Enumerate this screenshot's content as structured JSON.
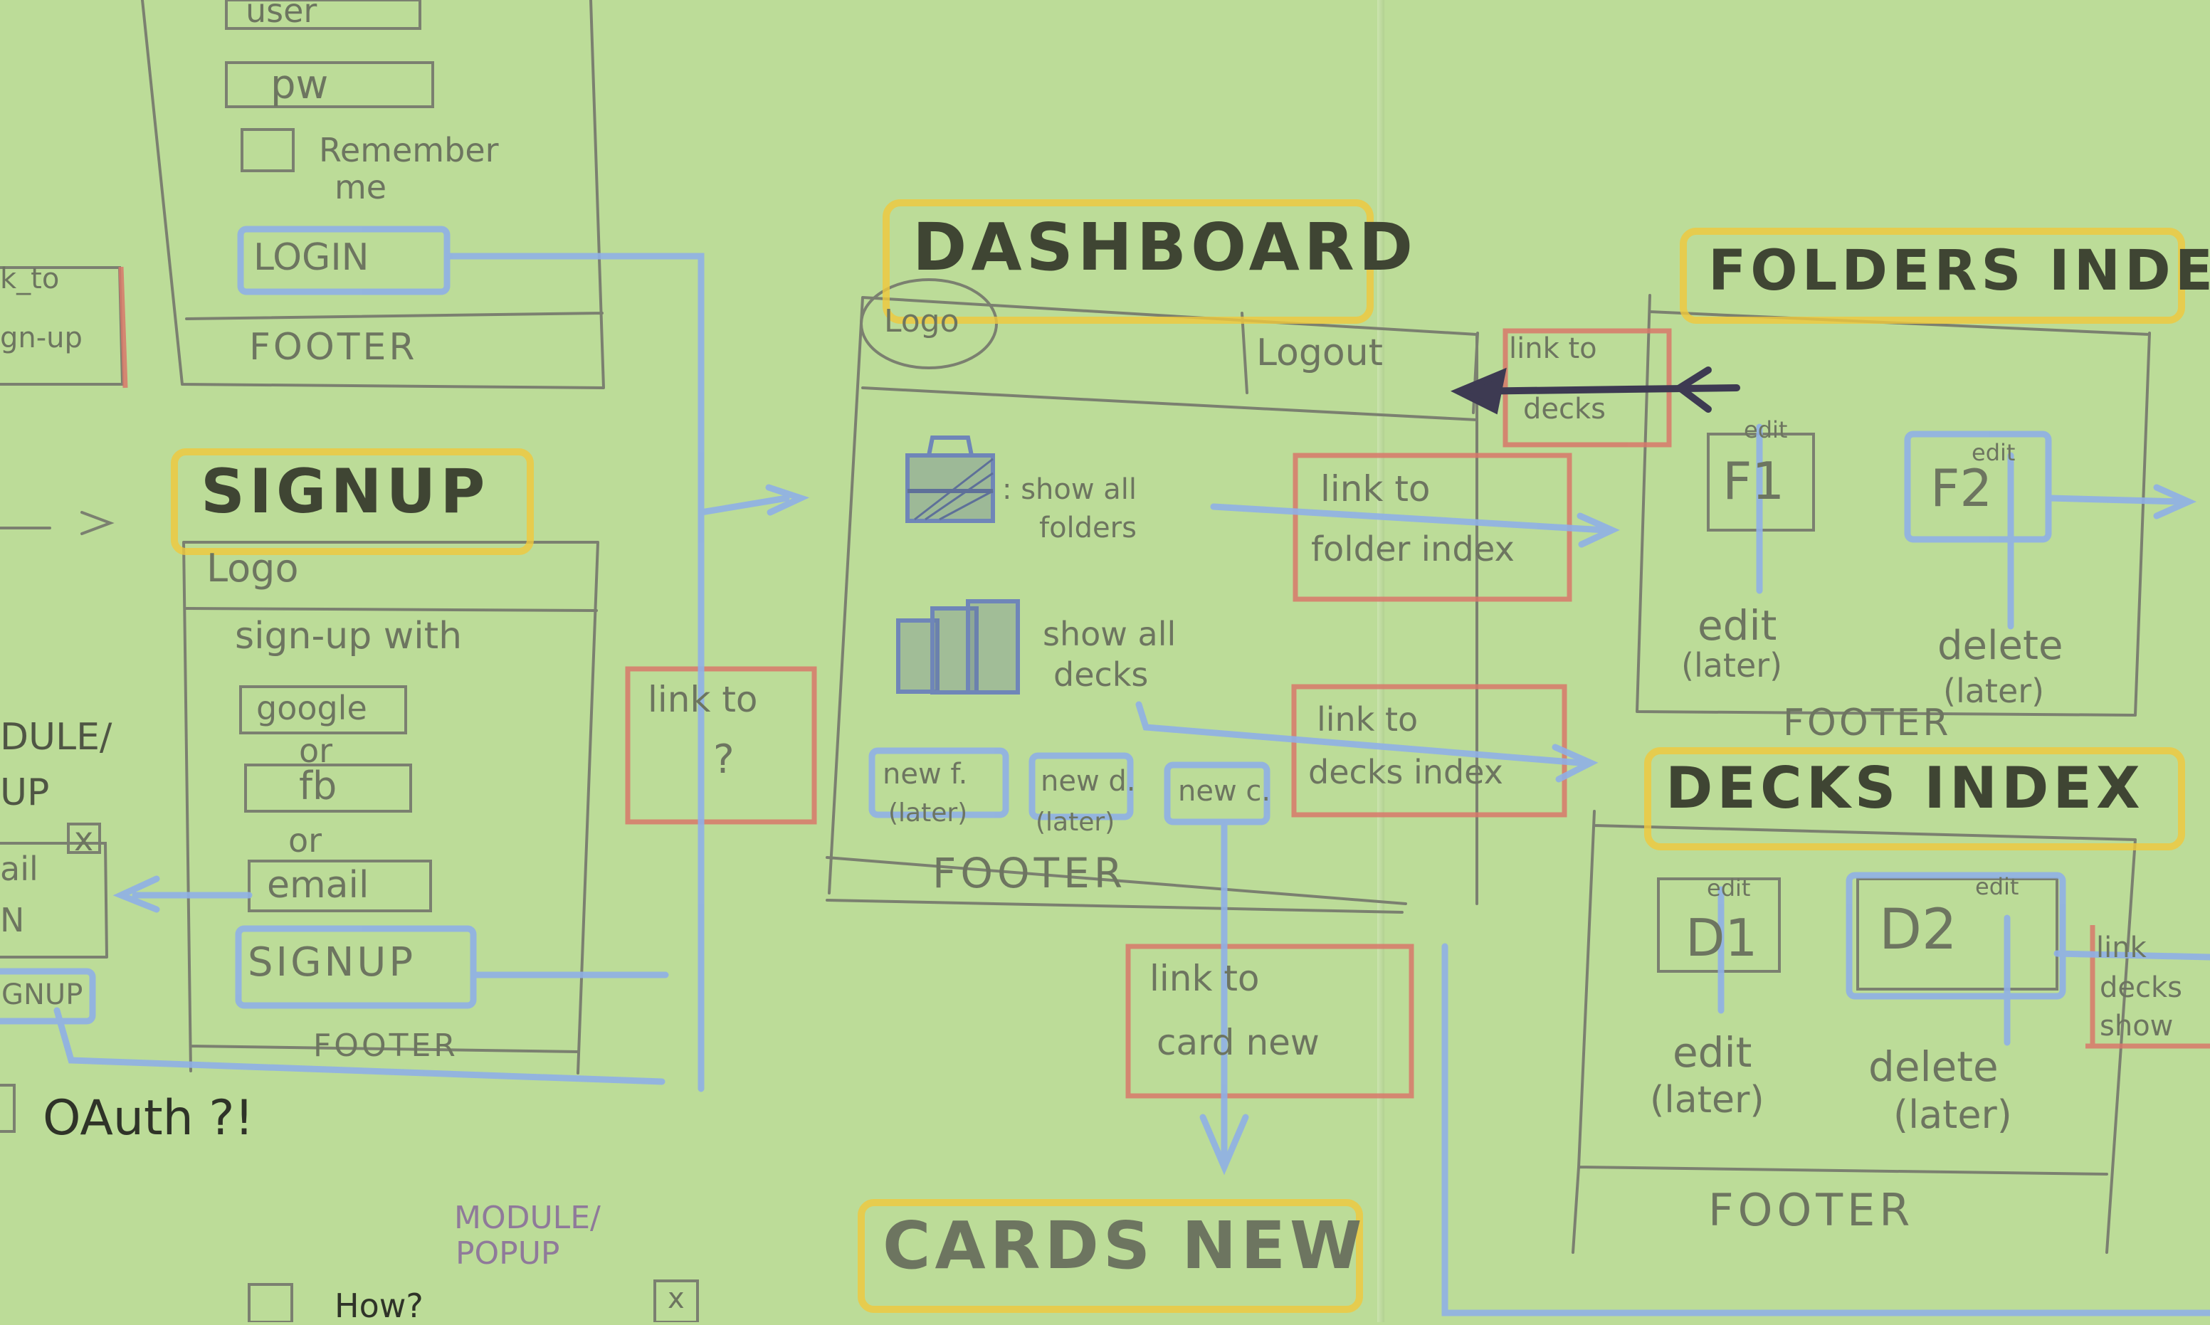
{
  "colors": {
    "paper": "#bcdc98",
    "pencil": "#7b8070",
    "blue_highlight": "#8fb0e6",
    "red_highlight": "#d8786a",
    "yellow_highlight": "#f0c83c",
    "dark_marker": "#3d3a52"
  },
  "login_screen": {
    "field_user": "user",
    "field_pw": "pw",
    "remember_line1": "Remember",
    "remember_line2": "me",
    "login_button": "LOGIN",
    "footer": "FOOTER",
    "side_link_line1": "k_to",
    "side_link_line2": "gn-up"
  },
  "signup_screen": {
    "title": "SIGNUP",
    "logo": "Logo",
    "signup_with": "sign-up with",
    "google": "google",
    "or_1": "or",
    "fb": "fb",
    "or_2": "or",
    "email": "email",
    "signup_button": "SIGNUP",
    "footer": "FOOTER"
  },
  "link_to_unknown": {
    "line1": "link to",
    "line2": "?"
  },
  "module_left": {
    "title_line1": "DULE/",
    "title_line2": "UP",
    "email": "ail",
    "close": "x",
    "fragment": "N",
    "signup_button": "GNUP",
    "oauth_note": "OAuth ?!"
  },
  "module_popup_bottom": {
    "title_line1": "MODULE/",
    "title_line2": "POPUP",
    "question": "How?",
    "close": "x"
  },
  "dashboard": {
    "title": "DASHBOARD",
    "logo": "Logo",
    "logout": "Logout",
    "link_to_decks": "link to",
    "link_to_decks_2": "decks",
    "show_all_folders_1": ": show all",
    "show_all_folders_2": "folders",
    "show_all_decks_1": "show all",
    "show_all_decks_2": "decks",
    "link_folder_index_1": "link to",
    "link_folder_index_2": "folder index",
    "link_decks_index_1": "link to",
    "link_decks_index_2": "decks index",
    "btn_new_folder_1": "new f.",
    "btn_new_folder_2": "(later)",
    "btn_new_deck_1": "new d.",
    "btn_new_deck_2": "(later)",
    "btn_new_card": "new c.",
    "footer": "FOOTER",
    "link_card_new_1": "link to",
    "link_card_new_2": "card new"
  },
  "folders_index": {
    "title": "FOLDERS INDEX",
    "edit_tag_1": "edit",
    "edit_tag_2": "edit",
    "folder_1": "F1",
    "folder_2": "F2",
    "edit_1": "edit",
    "edit_later": "(later)",
    "delete": "delete",
    "delete_later": "(later)",
    "footer": "FOOTER"
  },
  "decks_index": {
    "title": "DECKS INDEX",
    "edit_tag_1": "edit",
    "edit_tag_2": "edit",
    "deck_1": "D1",
    "deck_2": "D2",
    "edit": "edit",
    "edit_later": "(later)",
    "delete": "delete",
    "delete_later": "(later)",
    "footer": "FOOTER",
    "side_link_1": "link",
    "side_link_2": "decks",
    "side_link_3": "show"
  },
  "cards_new": {
    "title": "CARDS NEW"
  }
}
